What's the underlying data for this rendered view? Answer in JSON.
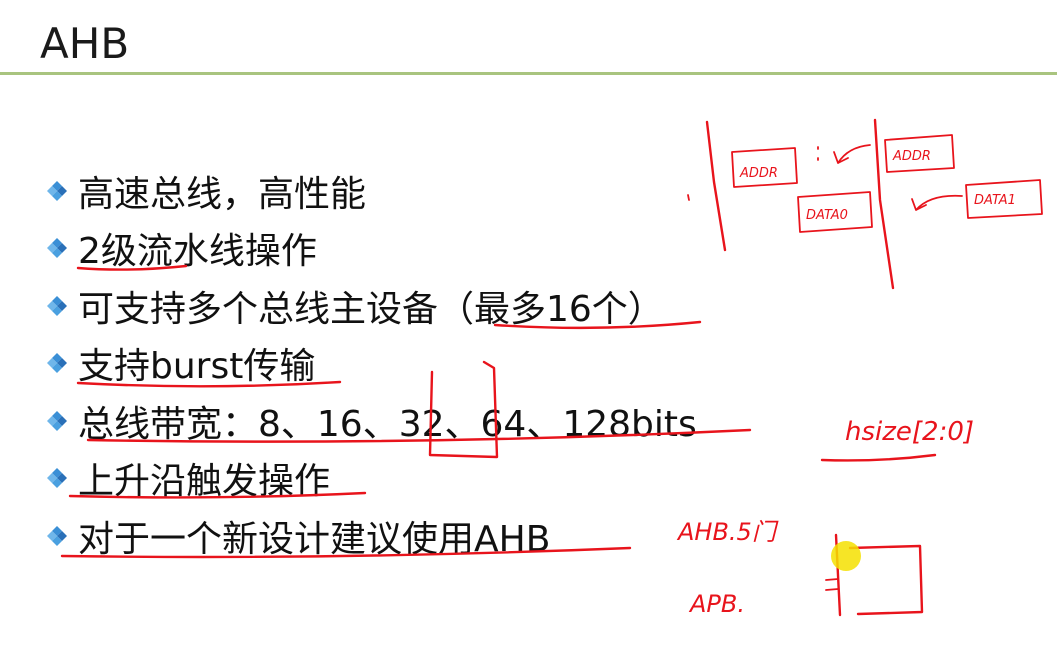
{
  "slide": {
    "title": "AHB",
    "bullets": [
      {
        "text": "高速总线，高性能"
      },
      {
        "text": "2级流水线操作"
      },
      {
        "text": "可支持多个总线主设备（最多16个）"
      },
      {
        "text": "支持burst传输"
      },
      {
        "text": "总线带宽：8、16、32、64、128bits"
      },
      {
        "text": "上升沿触发操作"
      },
      {
        "text": "对于一个新设计建议使用AHB"
      }
    ]
  },
  "annotations": {
    "addr1": "ADDR",
    "addr2": "ADDR",
    "data1": "DATA0",
    "data2": "DATA1",
    "hsize": "hsize[2:0]",
    "ahb_spec": "AHB.5门",
    "apb": "APB."
  },
  "colors": {
    "ink": "#e8141c",
    "rule": "#a9c47f",
    "bullet_diamond": "#3a8fd6"
  }
}
